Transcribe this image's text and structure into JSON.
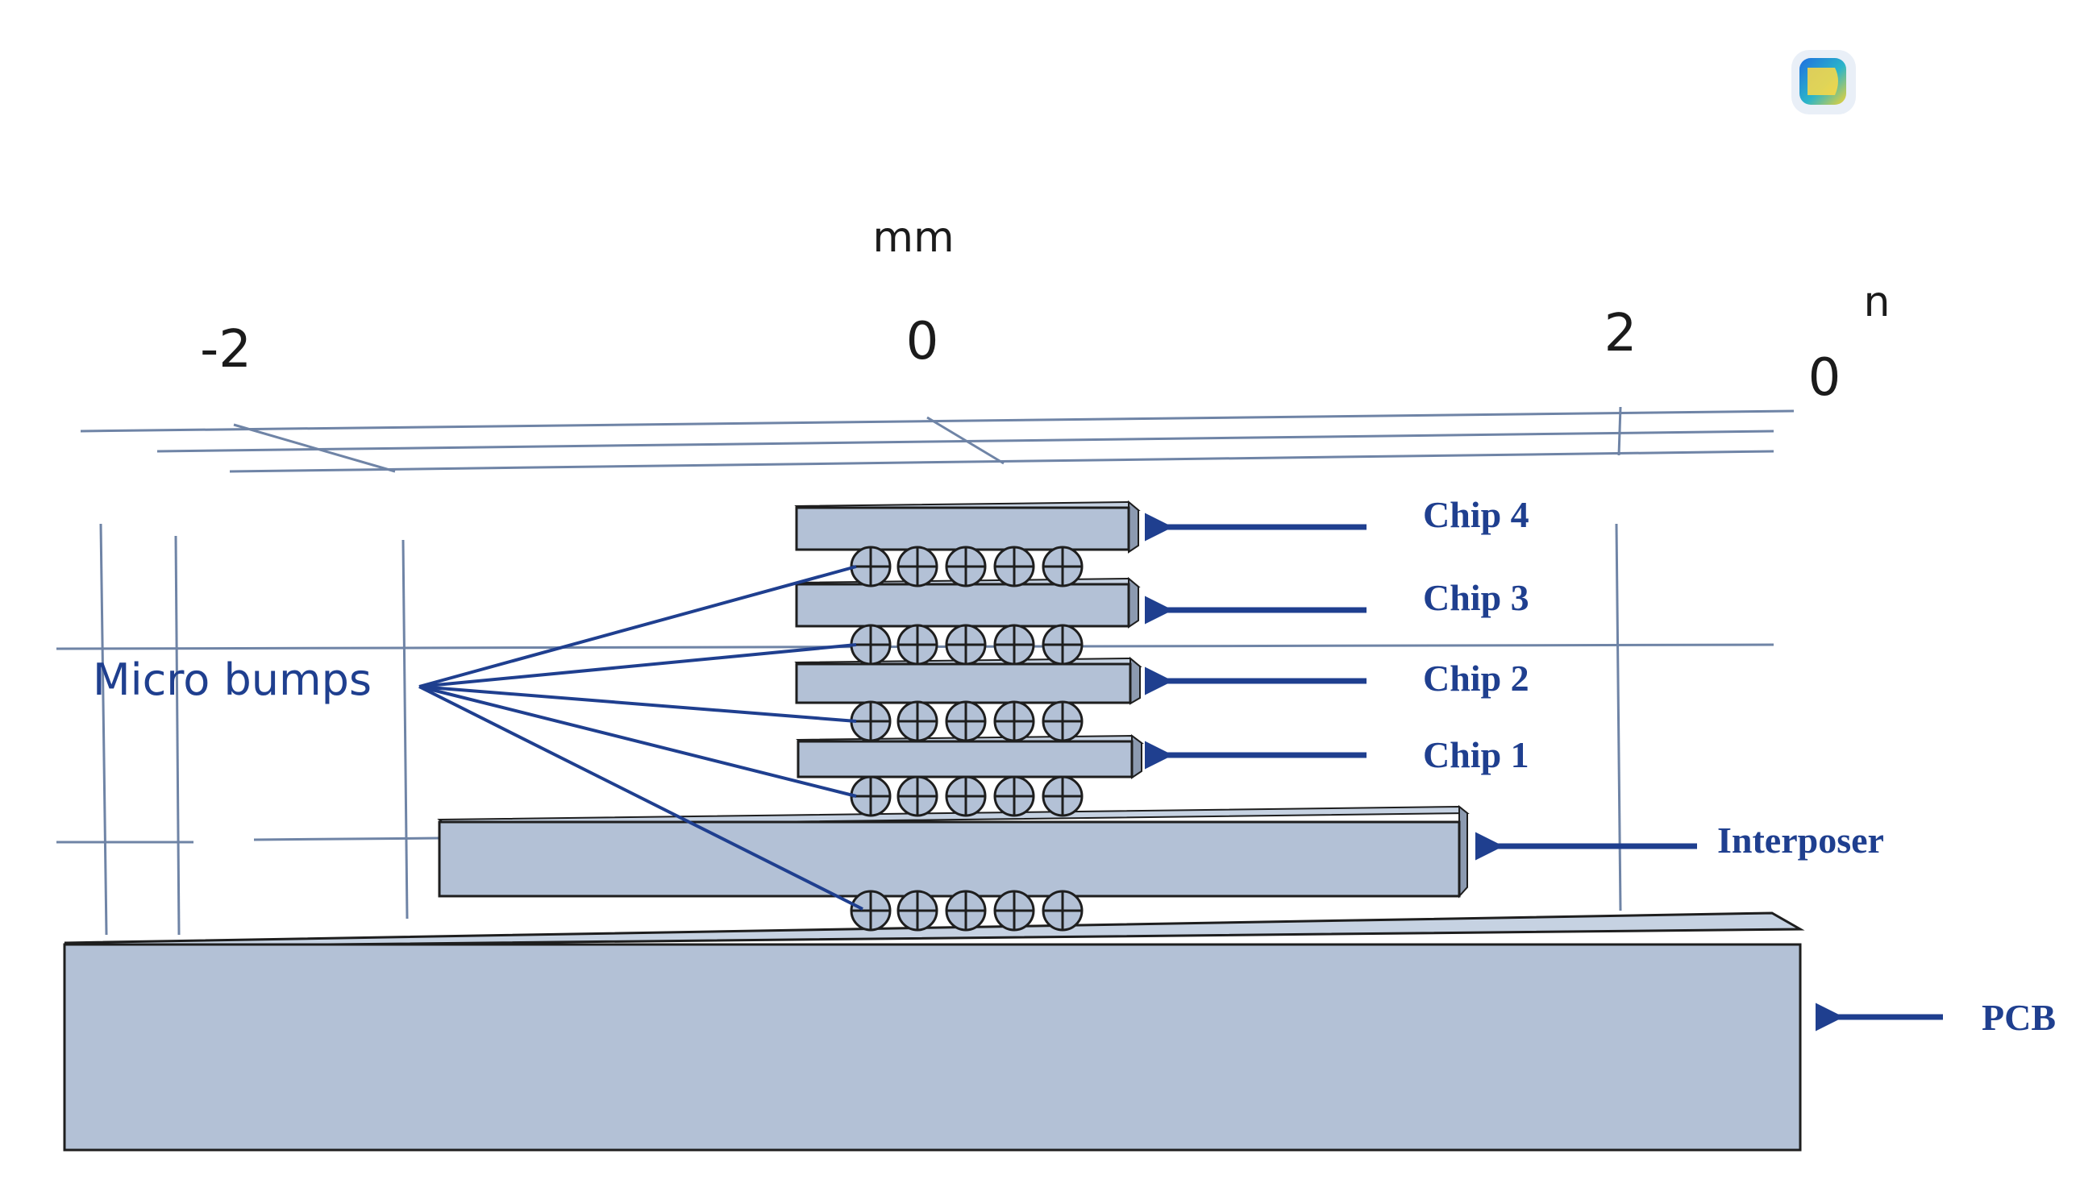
{
  "axis": {
    "unit": "mm",
    "ticks": [
      "-2",
      "0",
      "2"
    ],
    "side_tick": "0",
    "side_unit": "n"
  },
  "labels": {
    "micro_bumps": "Micro bumps",
    "chip4": "Chip 4",
    "chip3": "Chip 3",
    "chip2": "Chip 2",
    "chip1": "Chip 1",
    "interposer": "Interposer",
    "pcb": "PCB"
  },
  "colors": {
    "component_fill": "#b3c1d6",
    "component_edge": "#1e1e1e",
    "label_blue": "#1f3f8f",
    "grid_line": "#6f84a6"
  }
}
